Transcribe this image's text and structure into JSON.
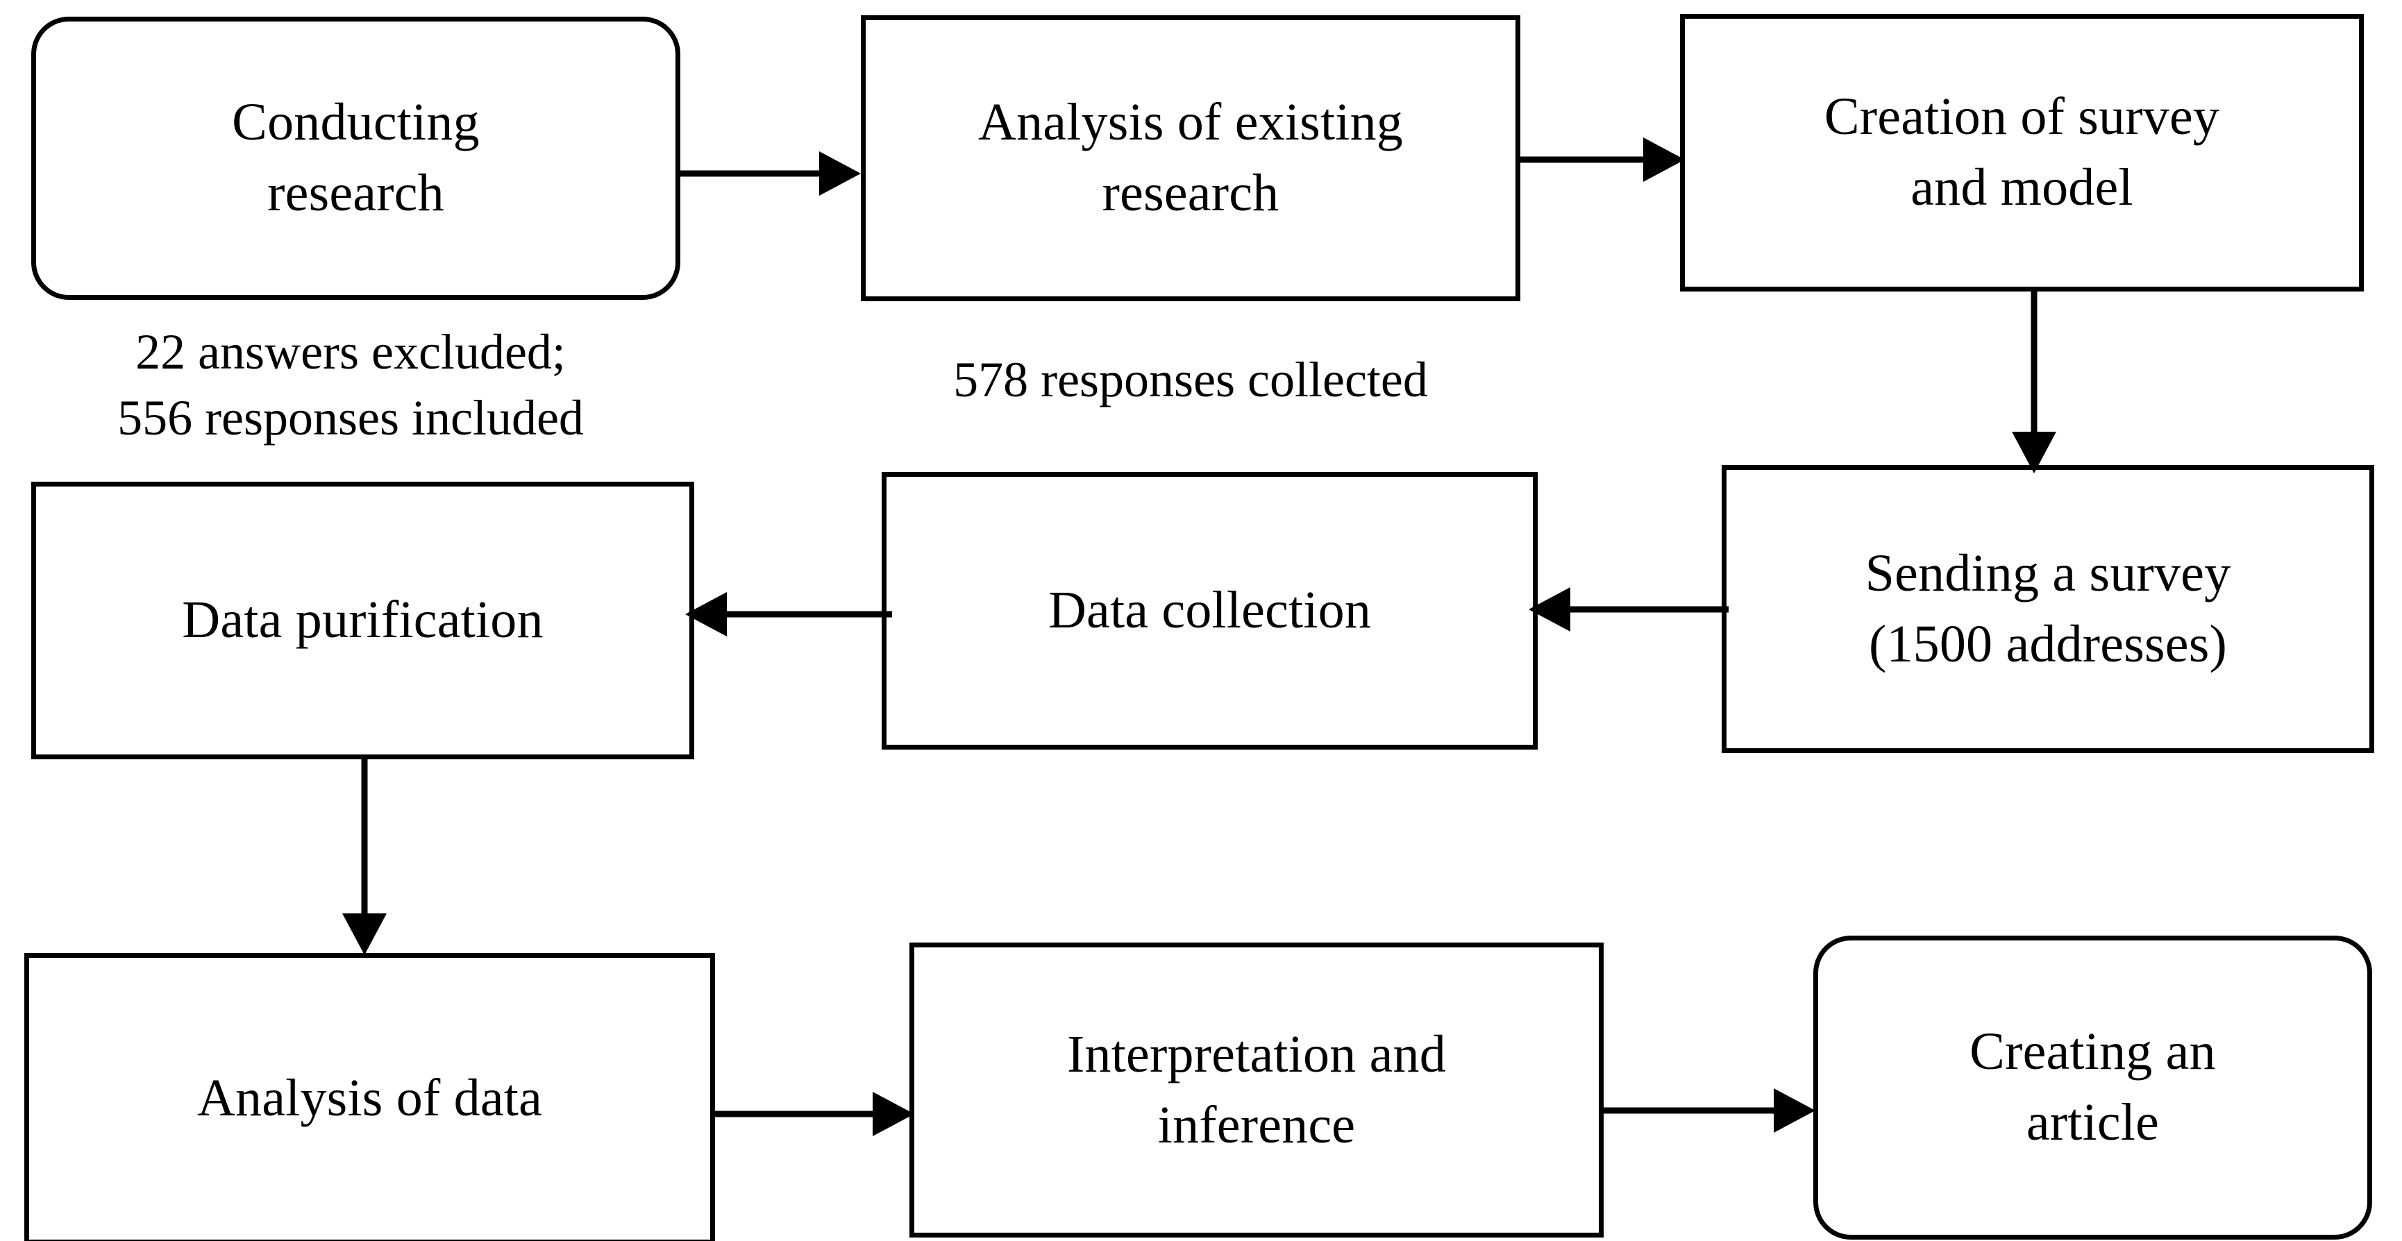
{
  "diagram": {
    "title": "Research process flowchart",
    "background_color": "#ffffff",
    "line_color": "#000000",
    "text_color": "#000000",
    "nodes": [
      {
        "id": "conducting-research",
        "label": "Conducting\nresearch",
        "shape": "rounded-rect"
      },
      {
        "id": "analysis-existing",
        "label": "Analysis of existing\nresearch",
        "shape": "rect"
      },
      {
        "id": "creation-survey",
        "label": "Creation of survey\nand model",
        "shape": "rect"
      },
      {
        "id": "sending-survey",
        "label": "Sending a survey\n(1500 addresses)",
        "shape": "rect"
      },
      {
        "id": "data-collection",
        "label": "Data collection",
        "shape": "rect"
      },
      {
        "id": "data-purification",
        "label": "Data purification",
        "shape": "rect"
      },
      {
        "id": "analysis-of-data",
        "label": "Analysis of data",
        "shape": "rect"
      },
      {
        "id": "interpretation",
        "label": "Interpretation and\ninference",
        "shape": "rect"
      },
      {
        "id": "creating-article",
        "label": "Creating an\narticle",
        "shape": "rounded-rect"
      }
    ],
    "annotations": [
      {
        "id": "excluded-included",
        "text": "22 answers excluded;\n556 responses included"
      },
      {
        "id": "responses-collected",
        "text": "578 responses collected"
      }
    ],
    "edges": [
      {
        "from": "conducting-research",
        "to": "analysis-existing",
        "direction": "right"
      },
      {
        "from": "analysis-existing",
        "to": "creation-survey",
        "direction": "right"
      },
      {
        "from": "creation-survey",
        "to": "sending-survey",
        "direction": "down"
      },
      {
        "from": "sending-survey",
        "to": "data-collection",
        "direction": "left"
      },
      {
        "from": "data-collection",
        "to": "data-purification",
        "direction": "left"
      },
      {
        "from": "data-purification",
        "to": "analysis-of-data",
        "direction": "down"
      },
      {
        "from": "analysis-of-data",
        "to": "interpretation",
        "direction": "right"
      },
      {
        "from": "interpretation",
        "to": "creating-article",
        "direction": "right"
      }
    ]
  }
}
